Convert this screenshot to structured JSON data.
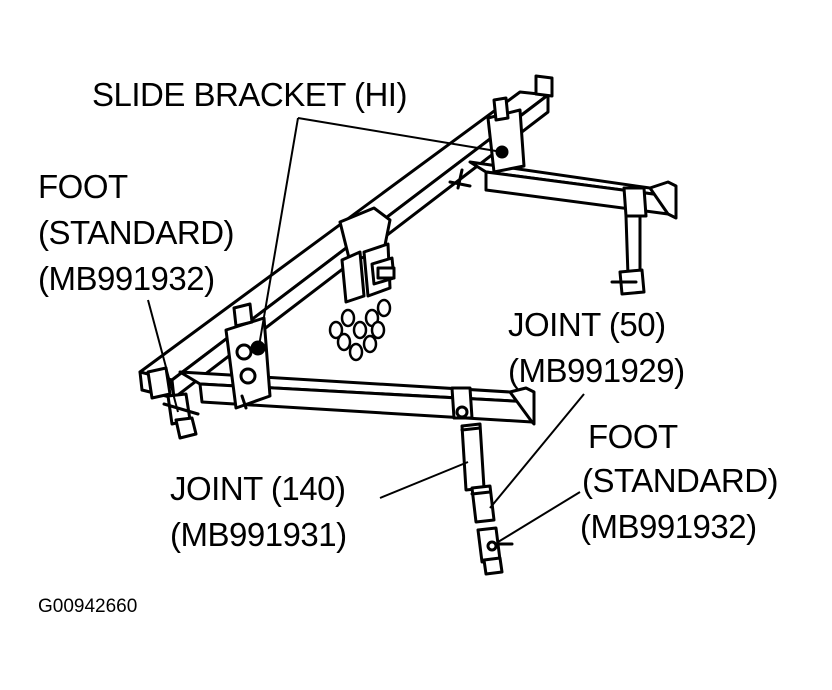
{
  "labels": {
    "slide_bracket": "SLIDE BRACKET (HI)",
    "foot_left": [
      "FOOT",
      "(STANDARD)",
      "(MB991932)"
    ],
    "joint_50": [
      "JOINT (50)",
      "(MB991929)"
    ],
    "foot_right": [
      "FOOT",
      "(STANDARD)",
      "(MB991932)"
    ],
    "joint_140": [
      "JOINT (140)",
      "(MB991931)"
    ]
  },
  "figure_code": "G00942660",
  "colors": {
    "ink": "#000000",
    "paper": "#ffffff"
  }
}
